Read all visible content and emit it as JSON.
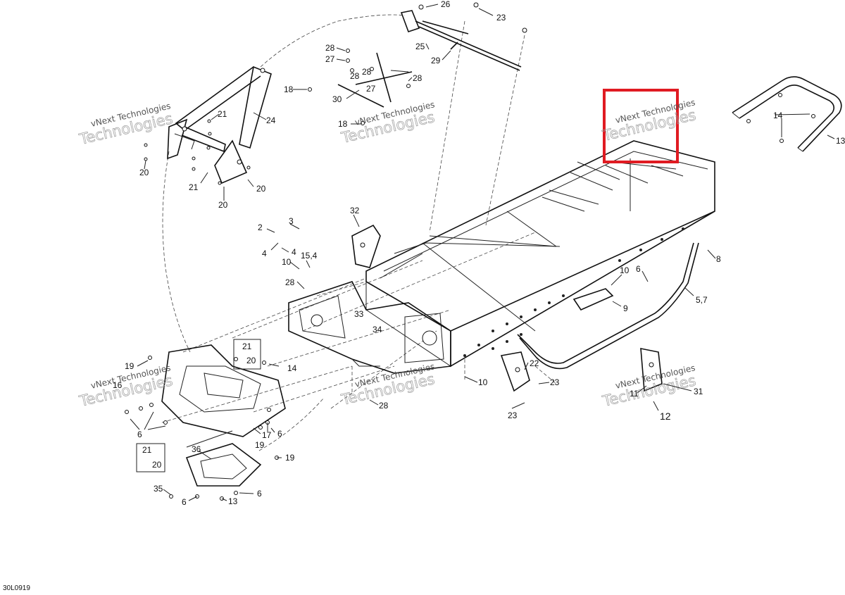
{
  "figure_id": "30L0919",
  "watermark": {
    "line1": "vNext Technologies",
    "line2": "Technologies"
  },
  "callouts": {
    "c26": "26",
    "c23a": "23",
    "c28a": "28",
    "c27a": "27",
    "c28b": "28",
    "c28c": "28",
    "c25": "25",
    "c29": "29",
    "c18a": "18",
    "c27b": "27",
    "c28d": "28",
    "c30": "30",
    "c18b": "18",
    "c24": "24",
    "c21a": "21",
    "c20a": "20",
    "c21b": "21",
    "c20b": "20",
    "c20c": "20",
    "c13a": "13",
    "c14a": "14",
    "c32": "32",
    "c2": "2",
    "c3": "3",
    "c4a": "4",
    "c4b": "4",
    "c154": "15,4",
    "c10a": "10",
    "c28e": "28",
    "c33": "33",
    "c34": "34",
    "c8": "8",
    "c10b": "10",
    "c6a": "6",
    "c9": "9",
    "c57": "5,7",
    "c21c": "21",
    "c20d": "20",
    "c14b": "14",
    "c19a": "19",
    "c16": "16",
    "c22": "22",
    "c23b": "23",
    "c10c": "10",
    "c23c": "23",
    "c28f": "28",
    "c11": "11",
    "c31": "31",
    "c12": "12",
    "c6b": "6",
    "c17": "17",
    "c6c": "6",
    "c19b": "19",
    "c21d": "21",
    "c20e": "20",
    "c36": "36",
    "c19c": "19",
    "c35": "35",
    "c6d": "6",
    "c13b": "13",
    "c6e": "6"
  }
}
